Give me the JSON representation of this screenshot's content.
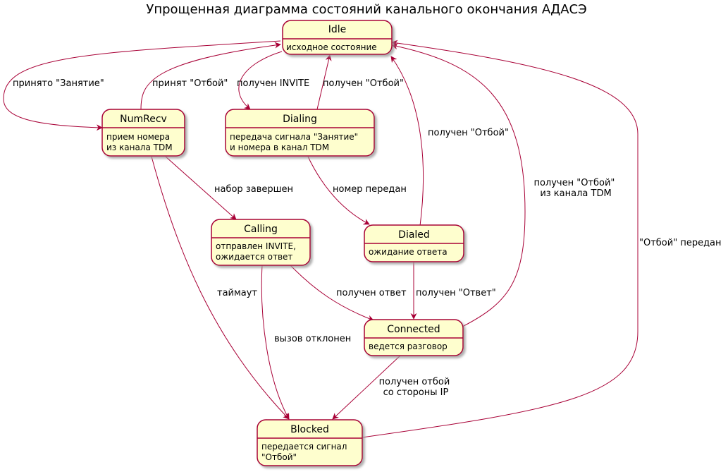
{
  "title": "Упрощенная диаграмма состояний канального окончания АДАСЭ",
  "colors": {
    "state_fill": "#FEFECE",
    "border": "#A80036",
    "shadow": "#BDBDBD",
    "background": "#FFFFFF"
  },
  "states": {
    "idle": {
      "name": "Idle",
      "desc": [
        "исходное состояние"
      ]
    },
    "numrecv": {
      "name": "NumRecv",
      "desc": [
        "прием номера",
        "из канала TDM"
      ]
    },
    "dialing": {
      "name": "Dialing",
      "desc": [
        "передача сигнала \"Занятие\"",
        "и номера в канал TDM"
      ]
    },
    "calling": {
      "name": "Calling",
      "desc": [
        "отправлен INVITE,",
        "ожидается ответ"
      ]
    },
    "dialed": {
      "name": "Dialed",
      "desc": [
        "ожидание ответа"
      ]
    },
    "connected": {
      "name": "Connected",
      "desc": [
        "ведется разговор"
      ]
    },
    "blocked": {
      "name": "Blocked",
      "desc": [
        "передается сигнал",
        "\"Отбой\""
      ]
    }
  },
  "transitions": {
    "idle_numrecv": {
      "label": [
        "принято \"Занятие\""
      ]
    },
    "numrecv_idle": {
      "label": [
        "принят \"Отбой\""
      ]
    },
    "idle_dialing": {
      "label": [
        "получен INVITE"
      ]
    },
    "dialing_idle": {
      "label": [
        "получен \"Отбой\""
      ]
    },
    "dialed_idle": {
      "label": [
        "получен \"Отбой\""
      ]
    },
    "connected_idle": {
      "label": [
        "получен \"Отбой\"",
        "из канала TDM"
      ]
    },
    "blocked_idle": {
      "label": [
        "\"Отбой\" передан"
      ]
    },
    "numrecv_calling": {
      "label": [
        "набор завершен"
      ]
    },
    "dialing_dialed": {
      "label": [
        "номер передан"
      ]
    },
    "numrecv_blocked": {
      "label": [
        "таймаут"
      ]
    },
    "calling_blocked": {
      "label": [
        "вызов отклонен"
      ]
    },
    "calling_connected": {
      "label": [
        "получен ответ"
      ]
    },
    "dialed_connected": {
      "label": [
        "получен \"Ответ\""
      ]
    },
    "connected_blocked": {
      "label": [
        "получен отбой",
        "со стороны IP"
      ]
    }
  }
}
